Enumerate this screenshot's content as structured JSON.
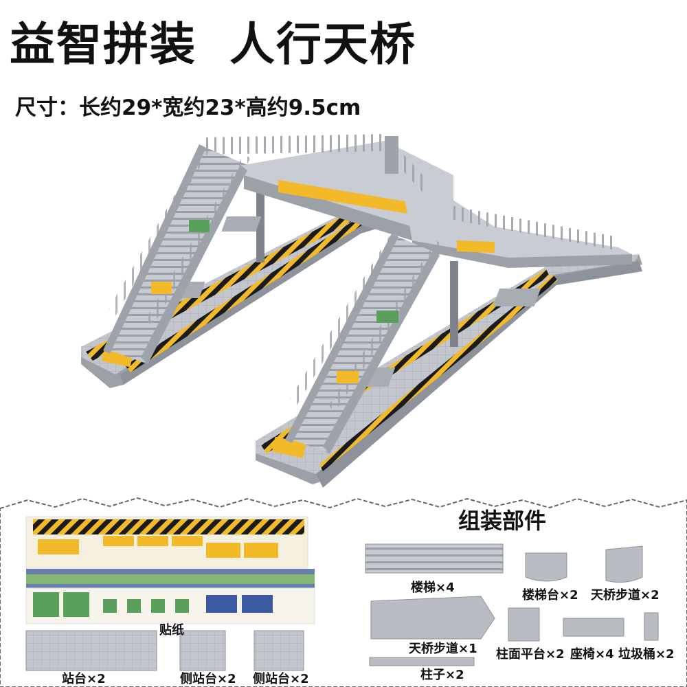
{
  "title": {
    "part1": "益智拼装",
    "part2": "人行天桥"
  },
  "dimensions": "尺寸：长约29*宽约23*高约9.5cm",
  "parts_section": {
    "title": "组装部件",
    "sticker_label": "贴纸",
    "parts": [
      {
        "label": "楼梯×4"
      },
      {
        "label": "楼梯台×2"
      },
      {
        "label": "天桥步道×2"
      },
      {
        "label": "天桥步道×1"
      },
      {
        "label": "柱面平台×2"
      },
      {
        "label": "座椅×4"
      },
      {
        "label": "垃圾桶×2"
      },
      {
        "label": "柱子×2"
      },
      {
        "label": "站台×2"
      },
      {
        "label": "侧站台×2"
      },
      {
        "label": "侧站台×2"
      }
    ]
  },
  "colors": {
    "model_gray": "#b9bcc3",
    "model_dark": "#8e929a",
    "warning_yellow": "#f2b928",
    "warning_black": "#1b1b1b",
    "sign_green": "#5aa05a"
  }
}
